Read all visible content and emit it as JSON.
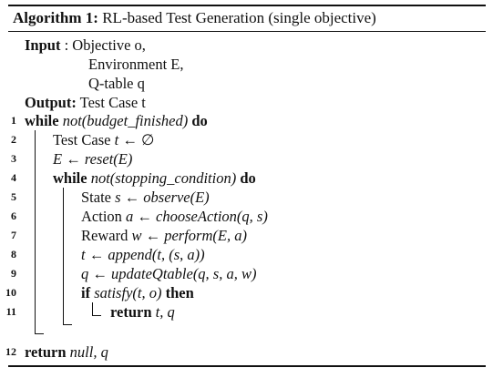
{
  "caption": {
    "label": "Algorithm 1:",
    "title": " RL-based Test Generation (single objective)"
  },
  "input": {
    "keyword": "Input",
    "colon": " : ",
    "items": [
      "Objective o,",
      "Environment E,",
      "Q-table q"
    ]
  },
  "output": {
    "keyword": "Output:",
    "text": " Test Case t"
  },
  "line_numbers": [
    "1",
    "2",
    "3",
    "4",
    "5",
    "6",
    "7",
    "8",
    "9",
    "10",
    "11",
    "12"
  ],
  "code": {
    "l1": {
      "kw1": "while",
      "expr": " not(budget_finished) ",
      "kw2": "do"
    },
    "l2": {
      "text": "Test Case ",
      "var": "t",
      "rest": " ← ∅"
    },
    "l3": {
      "var": "E",
      "rest": " ← reset(E)"
    },
    "l4": {
      "kw1": "while",
      "expr": " not(stopping_condition) ",
      "kw2": "do"
    },
    "l5": {
      "text": "State ",
      "var": "s",
      "rest": " ← observe(E)"
    },
    "l6": {
      "text": "Action ",
      "var": "a",
      "rest": " ← chooseAction(q, s)"
    },
    "l7": {
      "text": "Reward ",
      "var": "w",
      "rest": " ← perform(E, a)"
    },
    "l8": {
      "var": "t",
      "rest": " ← append(t, (s, a))"
    },
    "l9": {
      "var": "q",
      "rest": " ← updateQtable(q, s, a, w)"
    },
    "l10": {
      "kw1": "if",
      "expr": " satisfy(t, o) ",
      "kw2": "then"
    },
    "l11": {
      "kw1": "return",
      "expr": " t, q"
    },
    "l12": {
      "kw1": "return",
      "expr": " null, q"
    }
  }
}
